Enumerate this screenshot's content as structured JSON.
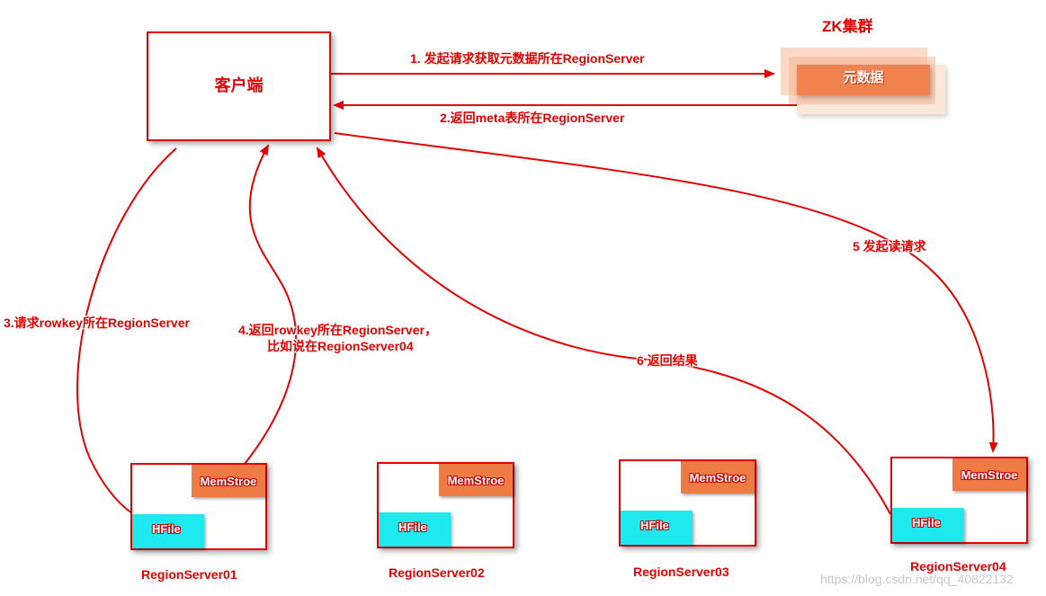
{
  "zk_cluster": {
    "title": "ZK集群",
    "metadata_label": "元数据"
  },
  "client": {
    "label": "客户端"
  },
  "steps": {
    "step1": "1. 发起请求获取元数据所在RegionServer",
    "step2": "2.返回meta表所在RegionServer",
    "step3": "3.请求rowkey所在RegionServer",
    "step4_line1": "4.返回rowkey所在RegionServer，",
    "step4_line2": "比如说在RegionServer04",
    "step5": "5 发起读请求",
    "step6": "6 返回结果"
  },
  "region_servers": [
    {
      "name": "RegionServer01",
      "memstore": "MemStroe",
      "hfile": "HFile"
    },
    {
      "name": "RegionServer02",
      "memstore": "MemStroe",
      "hfile": "HFile"
    },
    {
      "name": "RegionServer03",
      "memstore": "MemStroe",
      "hfile": "HFile"
    },
    {
      "name": "RegionServer04",
      "memstore": "MemStroe",
      "hfile": "HFile"
    }
  ],
  "watermark": "https://blog.csdn.net/qq_40822132",
  "colors": {
    "arrow": "#e60000",
    "memstore": "#ee7b43",
    "hfile": "#1de9ef",
    "zk_block": "#f08250"
  }
}
